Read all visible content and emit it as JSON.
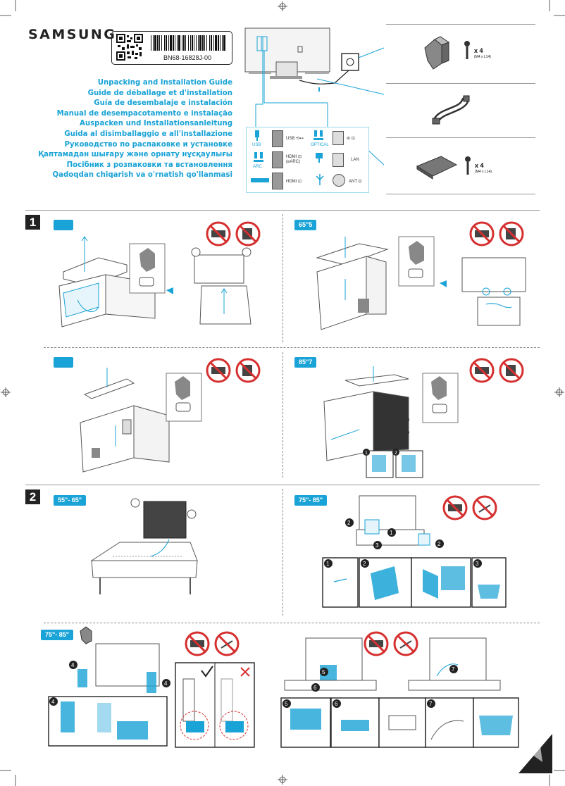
{
  "brand": "SAMSUNG",
  "part_number": "BN68-16828J-00",
  "guide_titles": [
    "Unpacking and Installation Guide",
    "Guide de déballage et d'installation",
    "Guía de desembalaje e instalación",
    "Manual de desempacotamento e instalação",
    "Auspacken und Installationsanleitung",
    "Guida al disimballaggio e all'installazione",
    "Руководство по распаковке и установке",
    "Қаптамадан шығару және орнату нұсқаулығы",
    "Посібник з розпаковки та встановлення",
    "Qadoqdan chiqarish va o'rnatish qo'llanmasi"
  ],
  "ports": {
    "usb_icon_label": "USB",
    "usb": "USB ⟲⊷",
    "optical_icon_label": "OPTICAL",
    "optical": "⊚ ⊡",
    "arc_icon_label": "ARC",
    "hdmi_earc": "HDMI ⊡",
    "hdmi_earc_sub": "(eARC)",
    "lan": "LAN",
    "hdmi": "HDMI ⊡",
    "ant": "ANT ⊡"
  },
  "parts": [
    {
      "qty": "x 4",
      "spec": "(M4 x L14)"
    },
    {
      "qty": "",
      "spec": ""
    },
    {
      "qty": "x 4",
      "spec": "(M4 x L14)"
    }
  ],
  "steps": {
    "step1": "1",
    "step2": "2",
    "badge_65_55": "65\"5",
    "badge_85_7": "85\"7",
    "badge_55_65": "55\"- 65\"",
    "badge_75_85_a": "75\"- 85\"",
    "badge_75_85_b": "75\"- 85\""
  },
  "callouts": [
    "1",
    "2",
    "3",
    "4",
    "5",
    "6",
    "7"
  ],
  "colors": {
    "accent": "#1aa3d6",
    "text": "#111111",
    "prohibit": "#d62f2f"
  }
}
